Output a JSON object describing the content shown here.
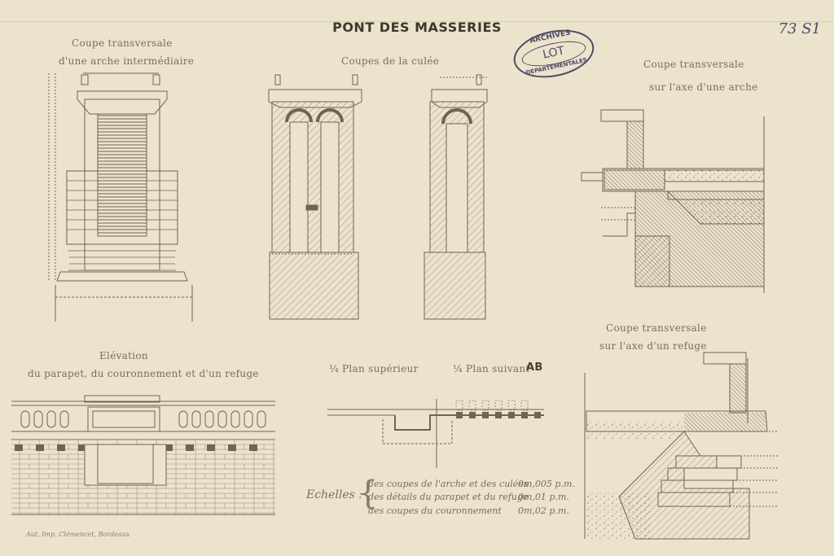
{
  "sheet": {
    "title": "PONT DES MASSERIES",
    "number": "73 S1"
  },
  "stamp": {
    "top": "ARCHIVES",
    "middle": "LOT",
    "bottom": "DEPARTEMENTALES"
  },
  "views": {
    "arch_section": {
      "line1": "Coupe transversale",
      "line2": "d'une arche intermédiaire"
    },
    "abutment_sections": {
      "title": "Coupes de la culée"
    },
    "arch_axis_section": {
      "line1": "Coupe transversale",
      "line2": "sur l'axe d'une arche"
    },
    "elevation": {
      "line1": "Elévation",
      "line2": "du parapet, du couronnement et d'un refuge"
    },
    "plan_upper": {
      "label": "¼ Plan supérieur"
    },
    "plan_ab": {
      "label": "¼ Plan suivant",
      "tag": "AB"
    },
    "refuge_section": {
      "line1": "Coupe transversale",
      "line2": "sur l'axe d'un refuge"
    }
  },
  "scales": {
    "label": "Echelles :",
    "rows": [
      {
        "text": "des coupes de l'arche et des culées",
        "value": "0m,005 p.m."
      },
      {
        "text": "des détails du parapet et du refuge",
        "value": "0m,01 p.m."
      },
      {
        "text": "des coupes du couronnement",
        "value": "0m,02 p.m."
      }
    ]
  },
  "printer": "Aut. Imp. Clémencet, Bordeaux",
  "colors": {
    "paper": "#ece3cd",
    "ink": "#6d6150",
    "stamp": "#4c4b63",
    "title": "#3f372d"
  }
}
